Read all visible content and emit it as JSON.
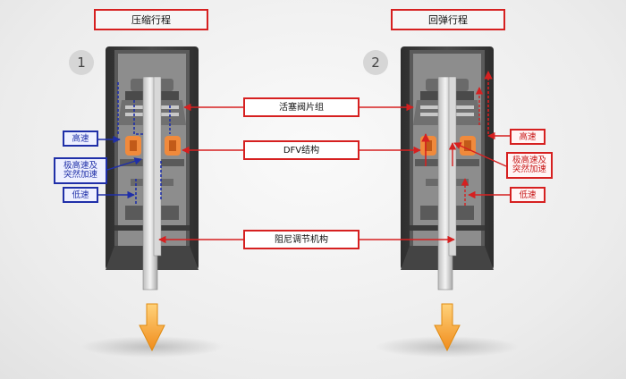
{
  "titles": {
    "left": "压缩行程",
    "right": "回弹行程"
  },
  "numbers": {
    "left": "1",
    "right": "2"
  },
  "center_labels": {
    "piston_valve": "活塞阀片组",
    "dfv": "DFV结构",
    "damping": "阻尼调节机构"
  },
  "left_labels": {
    "high_speed": "高速",
    "extreme_line1": "极高速及",
    "extreme_line2": "突然加速",
    "low_speed": "低速"
  },
  "right_labels": {
    "high_speed": "高速",
    "extreme_line1": "极高速及",
    "extreme_line2": "突然加速",
    "low_speed": "低速"
  },
  "colors": {
    "red": "#d62020",
    "blue": "#1f2fa8",
    "orange": "#f08a3c",
    "arrow_orange": "#f5a623",
    "body_dark": "#3c3c3c",
    "body_gray": "#9a9a9a"
  }
}
